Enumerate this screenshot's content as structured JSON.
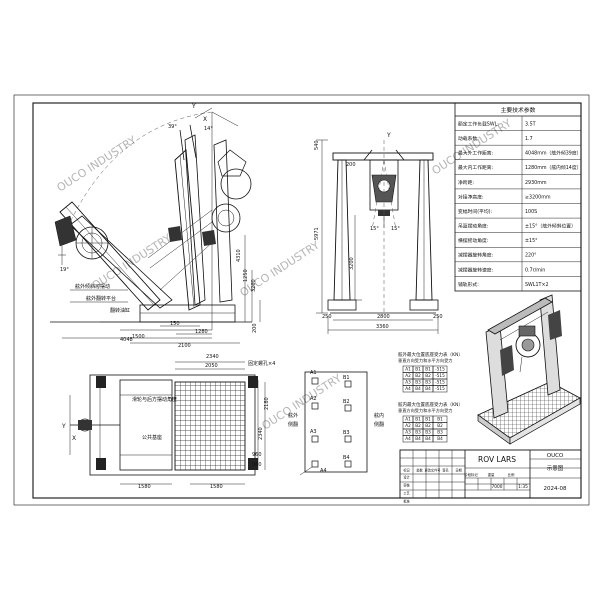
{
  "sheet": {
    "company": "OUCO",
    "project": "ROV LARS",
    "drawing_name": "示意图",
    "date": "2024-08",
    "scale_row": [
      "7000",
      "1:35"
    ],
    "watermark": "OUCO INDUSTRY"
  },
  "spec_table": {
    "title": "主要技术参数",
    "rows": [
      {
        "label": "额定工作负载SWL:",
        "value": "3.5T"
      },
      {
        "label": "动载系数:",
        "value": "1.7"
      },
      {
        "label": "最大外工作距离:",
        "value": "4048mm（舷外倾39度）"
      },
      {
        "label": "最大内工作距离:",
        "value": "1280mm（舷内倾14度）"
      },
      {
        "label": "净跨距:",
        "value": "2930mm"
      },
      {
        "label": "对接净高度:",
        "value": "≥3200mm"
      },
      {
        "label": "变幅时间(平均):",
        "value": "100S"
      },
      {
        "label": "吊篮摆动角度:",
        "value": "±15°（舷外倾斜位置）"
      },
      {
        "label": "横摆摇动角度:",
        "value": "±15°"
      },
      {
        "label": "减摆器旋转角度:",
        "value": "220°"
      },
      {
        "label": "减摆器旋转速度:",
        "value": "0.7r/min"
      },
      {
        "label": "铺轨形式:",
        "value": "SWL1T×2"
      }
    ]
  },
  "side_view": {
    "dims": [
      "14°",
      "39°",
      "4310",
      "3200",
      "1250",
      "200",
      "150",
      "1500",
      "1280",
      "4048",
      "2100",
      "X",
      "Y"
    ],
    "callouts": [
      "舷外倾斜可摆动",
      "舷外翻转平台",
      "翻转油缸"
    ]
  },
  "front_view": {
    "dims": [
      "5971",
      "540",
      "200",
      "3200",
      "15°",
      "15°",
      "250",
      "2800",
      "250",
      "3360",
      "Y"
    ]
  },
  "plan_view": {
    "dims": [
      "2340",
      "2050",
      "1580",
      "2180",
      "1580",
      "2340",
      "960",
      "960"
    ],
    "callouts": [
      "固定螺孔×4",
      "滑轮与后方摆动角度",
      "公共基座"
    ],
    "axes": [
      "X",
      "Y"
    ]
  },
  "reaction_view": {
    "points": [
      "A1",
      "A2",
      "A3",
      "A4",
      "B1",
      "B2",
      "B3",
      "B4"
    ],
    "labels": [
      "舷外",
      "舷内",
      "侧翻",
      "侧翻"
    ]
  },
  "load_tables": [
    {
      "title": "舷外最大位置底座受力表（KN）",
      "subtitle": "垂直方向受力和水平方向受力",
      "rows": [
        [
          "A1",
          "B1",
          "B1",
          "-515"
        ],
        [
          "A2",
          "B2",
          "B2",
          "-515"
        ],
        [
          "A3",
          "B3",
          "B3",
          "-515"
        ],
        [
          "A4",
          "B4",
          "B4",
          "-515"
        ]
      ]
    },
    {
      "title": "舷内最大位置底座受力表（KN）",
      "subtitle": "垂直方向受力和水平方向受力",
      "rows": [
        [
          "A1",
          "B1",
          "B1",
          "B1"
        ],
        [
          "A2",
          "B2",
          "B2",
          "B2"
        ],
        [
          "A3",
          "B3",
          "B3",
          "B3"
        ],
        [
          "A4",
          "B4",
          "B4",
          "B4"
        ]
      ]
    }
  ],
  "title_block": {
    "header_cells": [
      "标记",
      "处数",
      "更改文件号",
      "签名",
      "日期"
    ],
    "role_cells": [
      "设计",
      "审核",
      "工艺",
      "批准"
    ],
    "stage_cells": [
      "阶段标记",
      "重量",
      "比例"
    ]
  }
}
